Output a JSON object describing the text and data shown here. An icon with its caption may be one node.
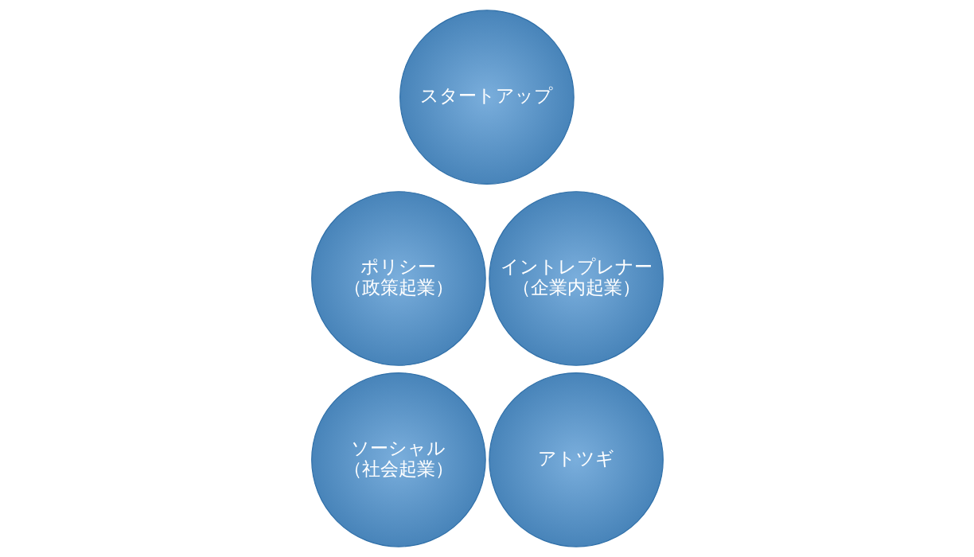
{
  "diagram": {
    "nodes": [
      {
        "text": [
          "スタートアップ"
        ]
      },
      {
        "text": [
          "ポリシー",
          "（政策起業）"
        ]
      },
      {
        "text": [
          "イントレプレナー",
          "（企業内起業）"
        ]
      },
      {
        "text": [
          "ソーシャル",
          "（社会起業）"
        ]
      },
      {
        "text": [
          "アトツギ"
        ]
      }
    ]
  }
}
